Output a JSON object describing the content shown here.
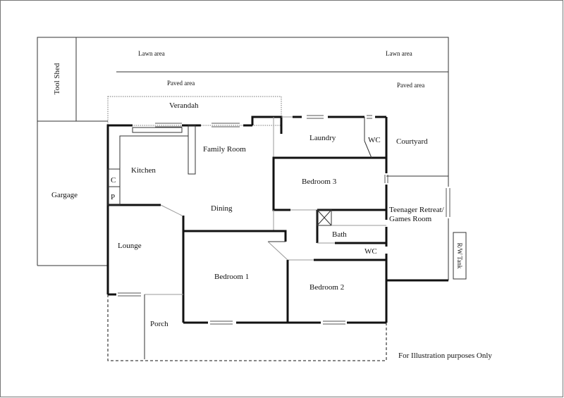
{
  "plan": {
    "labels": {
      "tool_shed": "Tool Shed",
      "lawn_left": "Lawn area",
      "lawn_right": "Lawn area",
      "paved_left": "Paved area",
      "paved_right": "Paved area",
      "verandah": "Verandah",
      "family_room": "Family Room",
      "laundry": "Laundry",
      "wc_top": "WC",
      "courtyard": "Courtyard",
      "kitchen": "Kitchen",
      "c": "C",
      "p": "P",
      "garage": "Gargage",
      "bedroom3": "Bedroom 3",
      "dining": "Dining",
      "teen_line1": "Teenager Retreat/",
      "teen_line2": "Games Room",
      "bath": "Bath",
      "lounge": "Lounge",
      "wc_bottom": "WC",
      "rw_tank": "R/W Tank",
      "bedroom1": "Bedroom 1",
      "bedroom2": "Bedroom 2",
      "porch": "Porch",
      "disclaimer": "For Illustration purposes Only"
    }
  }
}
